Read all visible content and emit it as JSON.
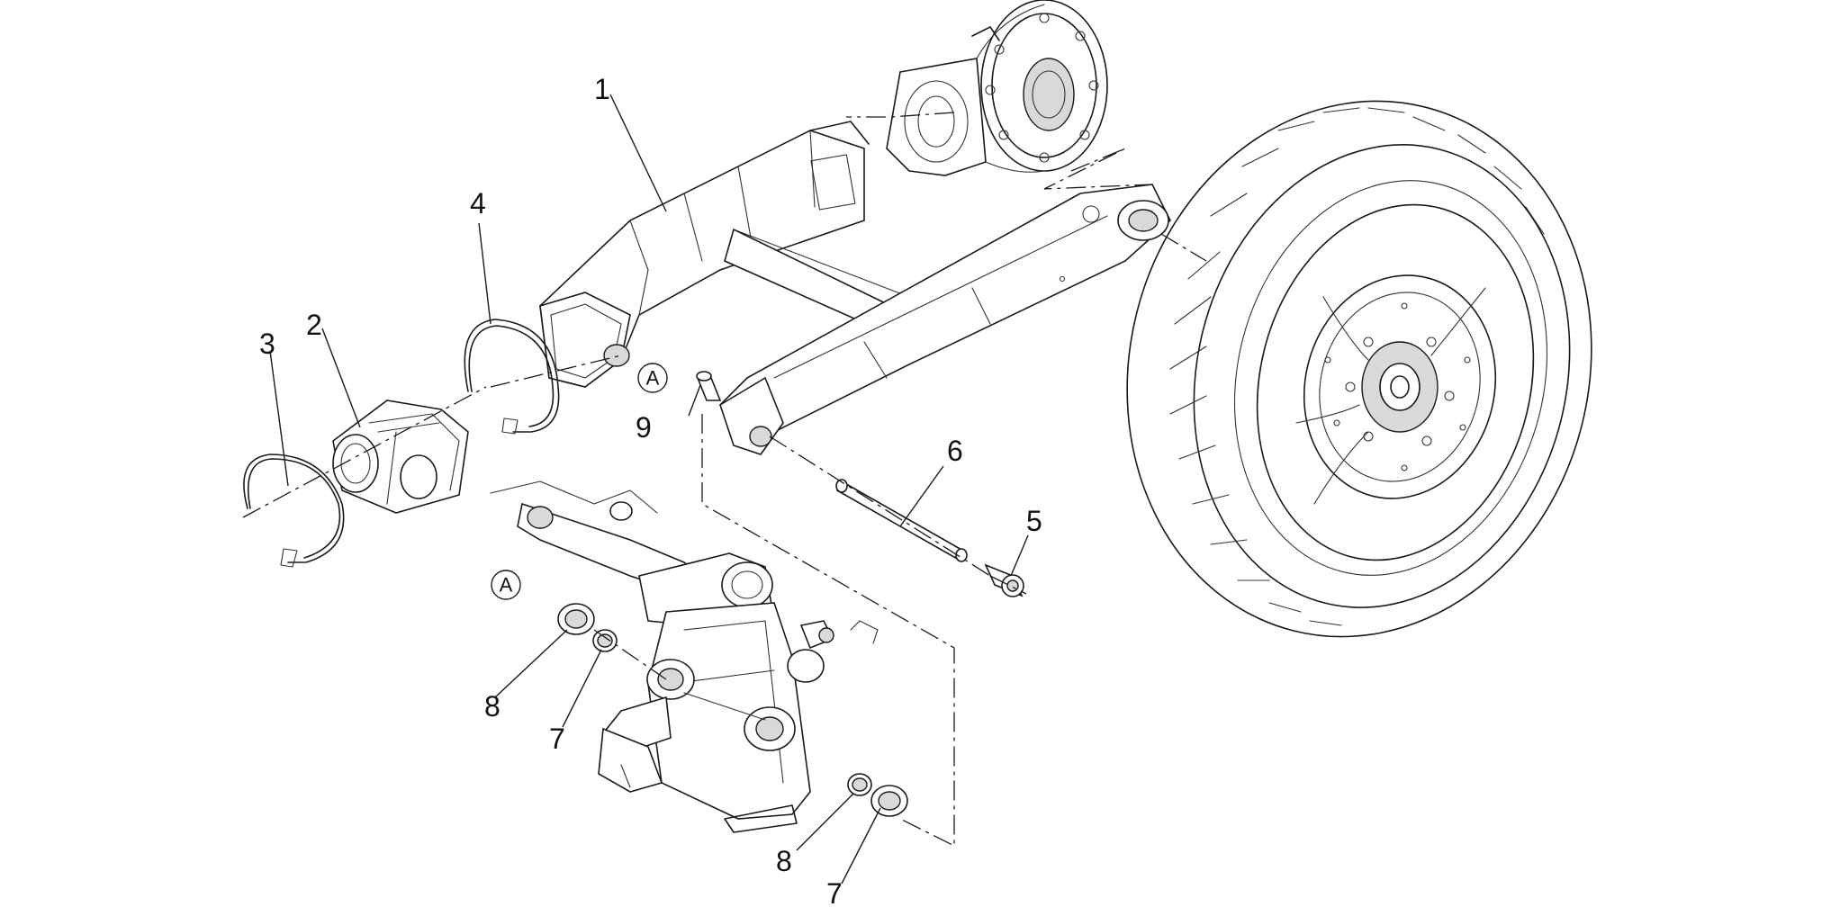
{
  "callouts": [
    {
      "id": "c1",
      "label": "1"
    },
    {
      "id": "c2",
      "label": "2"
    },
    {
      "id": "c3",
      "label": "3"
    },
    {
      "id": "c4",
      "label": "4"
    },
    {
      "id": "c5",
      "label": "5"
    },
    {
      "id": "c6",
      "label": "6"
    },
    {
      "id": "c7a",
      "label": "7"
    },
    {
      "id": "c7b",
      "label": "7"
    },
    {
      "id": "c8a",
      "label": "8"
    },
    {
      "id": "c8b",
      "label": "8"
    },
    {
      "id": "c9",
      "label": "9"
    }
  ],
  "reference_marks": [
    {
      "id": "refA1",
      "label": "A"
    },
    {
      "id": "refA2",
      "label": "A"
    }
  ]
}
